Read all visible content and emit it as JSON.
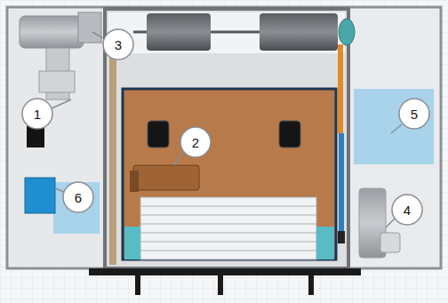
{
  "diagram": {
    "nodes": [
      {
        "text": [
          "3"
        ]
      },
      {
        "text": [
          "1"
        ]
      },
      {
        "text": [
          "5"
        ]
      },
      {
        "text": [
          "2"
        ]
      },
      {
        "text": [
          "6"
        ]
      },
      {
        "text": [
          "4"
        ]
      }
    ]
  }
}
